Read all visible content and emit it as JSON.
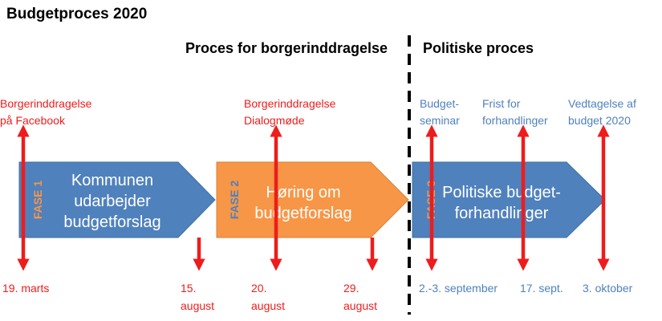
{
  "title": "Budgetproces 2020",
  "sections": {
    "left": "Proces for borgerinddragelse",
    "right": "Politiske proces"
  },
  "colors": {
    "blue": "#4f81bd",
    "orange": "#f79646",
    "red": "#ee1c1c",
    "label_blue": "#4f81bd"
  },
  "phases": [
    {
      "fase": "FASE 1",
      "lines": [
        "Kommunen",
        "udarbejder",
        "budgetforslag"
      ]
    },
    {
      "fase": "FASE 2",
      "lines": [
        "Høring om",
        "budgetforslag"
      ]
    },
    {
      "fase": "FASE 3",
      "lines": [
        "Politiske budget-",
        "forhandlinger"
      ]
    }
  ],
  "events": {
    "borger_facebook": [
      "Borgerinddragelse",
      "på Facebook"
    ],
    "borger_dialog": [
      "Borgerinddragelse",
      "Dialogmøde"
    ],
    "budget_seminar": [
      "Budget-",
      "seminar"
    ],
    "frist": [
      "Frist for",
      "forhandlinger"
    ],
    "vedtagelse": [
      "Vedtagelse af",
      "budget 2020"
    ]
  },
  "dates": {
    "d1": [
      "19. marts"
    ],
    "d2": [
      "15.",
      "august"
    ],
    "d3": [
      "20.",
      "august"
    ],
    "d4": [
      "29.",
      "august"
    ],
    "d5": [
      "2.-3. september"
    ],
    "d6": [
      "17. sept."
    ],
    "d7": [
      "3. oktober"
    ]
  }
}
